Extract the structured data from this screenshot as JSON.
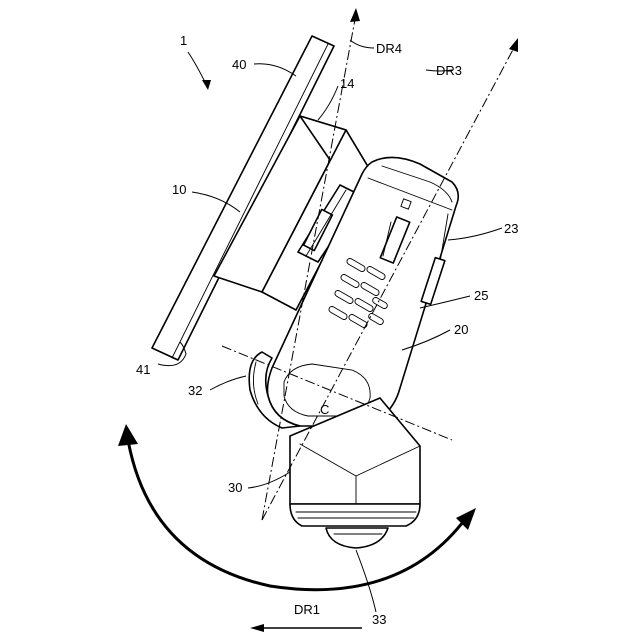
{
  "labels": {
    "fig_ref": "1",
    "plate": "40",
    "plate_edge": "41",
    "bracket": "14",
    "base": "10",
    "housing_side": "23",
    "slot": "25",
    "housing": "20",
    "pivot": "32",
    "camera_body": "30",
    "lens": "33",
    "center": "C"
  },
  "directions": {
    "dr1": "DR1",
    "dr3": "DR3",
    "dr4": "DR4"
  }
}
